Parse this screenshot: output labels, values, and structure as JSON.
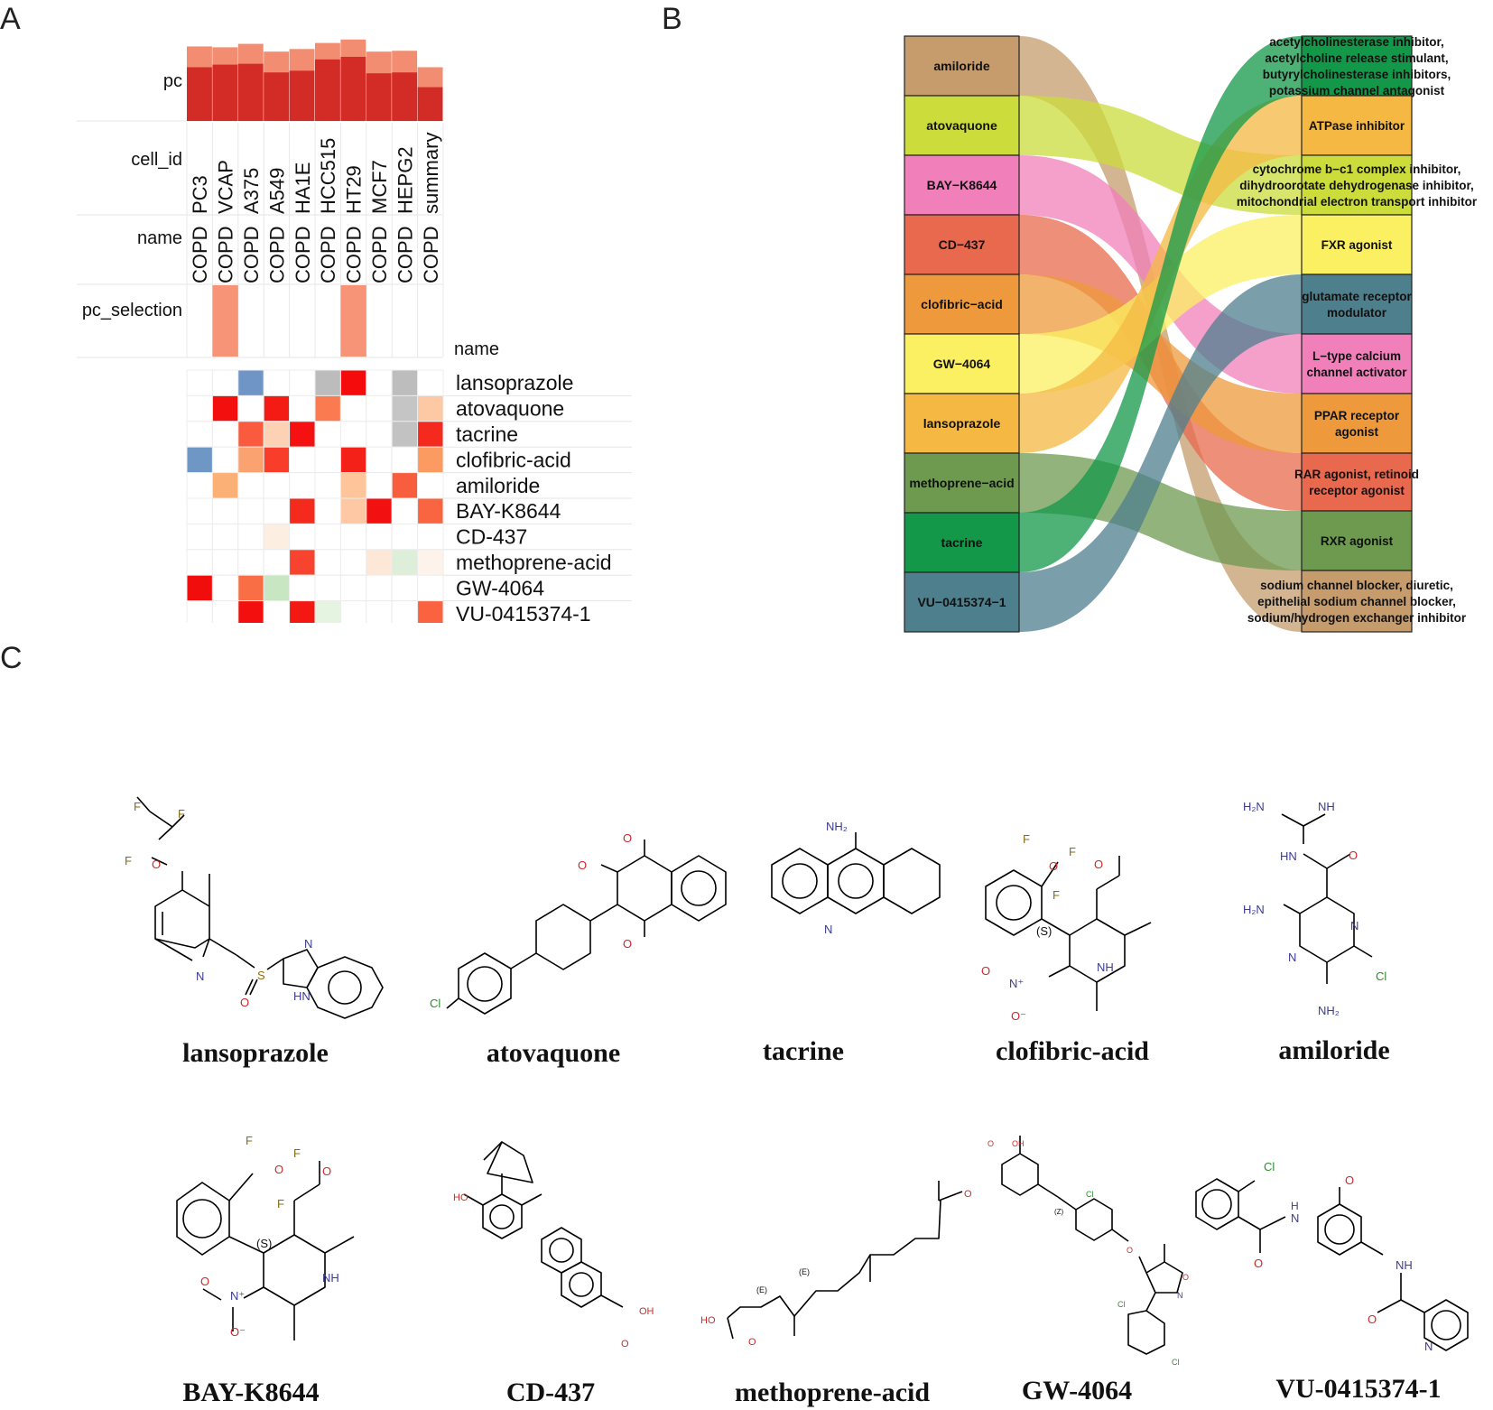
{
  "panels": {
    "a": "A",
    "b": "B",
    "c": "C"
  },
  "heatmap": {
    "annotation_labels": {
      "pc": "pc",
      "cell_id": "cell_id",
      "name": "name",
      "pc_selection": "pc_selection",
      "row_title": "name"
    },
    "columns": [
      {
        "cell_id": "PC3",
        "name": "COPD"
      },
      {
        "cell_id": "VCAP",
        "name": "COPD"
      },
      {
        "cell_id": "A375",
        "name": "COPD"
      },
      {
        "cell_id": "A549",
        "name": "COPD"
      },
      {
        "cell_id": "HA1E",
        "name": "COPD"
      },
      {
        "cell_id": "HCC515",
        "name": "COPD"
      },
      {
        "cell_id": "HT29",
        "name": "COPD"
      },
      {
        "cell_id": "MCF7",
        "name": "COPD"
      },
      {
        "cell_id": "HEPG2",
        "name": "COPD"
      },
      {
        "cell_id": "summary",
        "name": "COPD"
      }
    ],
    "pc_bar_total": [
      0.86,
      0.85,
      0.89,
      0.8,
      0.83,
      0.9,
      0.94,
      0.8,
      0.81,
      0.62
    ],
    "pc_bar_inner": [
      0.62,
      0.65,
      0.66,
      0.56,
      0.58,
      0.71,
      0.74,
      0.55,
      0.56,
      0.39
    ],
    "pc_selection": [
      false,
      true,
      false,
      false,
      false,
      false,
      true,
      false,
      false,
      false
    ],
    "rows": [
      "lansoprazole",
      "atovaquone",
      "tacrine",
      "clofibric-acid",
      "amiloride",
      "BAY-K8644",
      "CD-437",
      "methoprene-acid",
      "GW-4064",
      "VU-0415374-1"
    ],
    "cells": [
      [
        "#ffffff",
        "#ffffff",
        "#6f95c6",
        "#ffffff",
        "#ffffff",
        "#bcbcbc",
        "#f50b0b",
        "#ffffff",
        "#bdbdbd",
        "#ffffff"
      ],
      [
        "#ffffff",
        "#f40f0f",
        "#ffffff",
        "#f41b14",
        "#ffffff",
        "#fb7b50",
        "#ffffff",
        "#ffffff",
        "#c5c5c5",
        "#fcc9a4"
      ],
      [
        "#ffffff",
        "#ffffff",
        "#fa5a3d",
        "#fdd2b4",
        "#f51111",
        "#ffffff",
        "#ffffff",
        "#ffffff",
        "#c2c2c2",
        "#f52a1e"
      ],
      [
        "#6f97c6",
        "#ffffff",
        "#fba271",
        "#f83e2b",
        "#ffffff",
        "#ffffff",
        "#f42118",
        "#ffffff",
        "#ffffff",
        "#fb9a61"
      ],
      [
        "#ffffff",
        "#fbb076",
        "#ffffff",
        "#ffffff",
        "#ffffff",
        "#ffffff",
        "#fdc599",
        "#ffffff",
        "#f85e3d",
        "#ffffff"
      ],
      [
        "#ffffff",
        "#ffffff",
        "#ffffff",
        "#ffffff",
        "#f42a1d",
        "#ffffff",
        "#fdc8a3",
        "#f21010",
        "#ffffff",
        "#fa6541"
      ],
      [
        "#ffffff",
        "#ffffff",
        "#ffffff",
        "#fdeee2",
        "#ffffff",
        "#ffffff",
        "#ffffff",
        "#ffffff",
        "#ffffff",
        "#ffffff"
      ],
      [
        "#ffffff",
        "#ffffff",
        "#ffffff",
        "#ffffff",
        "#f8442e",
        "#ffffff",
        "#ffffff",
        "#fde8d8",
        "#ddefd8",
        "#fef3ea"
      ],
      [
        "#f20d0d",
        "#ffffff",
        "#fa6e45",
        "#c9e6c2",
        "#ffffff",
        "#ffffff",
        "#ffffff",
        "#ffffff",
        "#ffffff",
        "#ffffff"
      ],
      [
        "#ffffff",
        "#ffffff",
        "#f40f0f",
        "#ffffff",
        "#f41812",
        "#e5f3e1",
        "#ffffff",
        "#ffffff",
        "#ffffff",
        "#fa6240"
      ]
    ],
    "colors": {
      "pc_outer": "#f28d72",
      "pc_inner": "#d32b26",
      "selection": "#f79477"
    }
  },
  "alluvial": {
    "drugs": [
      {
        "name": "amiloride",
        "color": "#c69c6d"
      },
      {
        "name": "atovaquone",
        "color": "#cbdc3b"
      },
      {
        "name": "BAY−K8644",
        "color": "#f17fba"
      },
      {
        "name": "CD−437",
        "color": "#e8694d"
      },
      {
        "name": "clofibric−acid",
        "color": "#ee9a3c"
      },
      {
        "name": "GW−4064",
        "color": "#fbf062"
      },
      {
        "name": "lansoprazole",
        "color": "#f4b843"
      },
      {
        "name": "methoprene−acid",
        "color": "#6e9a50"
      },
      {
        "name": "tacrine",
        "color": "#13984a"
      },
      {
        "name": "VU−0415374−1",
        "color": "#4e7f8d"
      }
    ],
    "moas": [
      {
        "lines": [
          "acetylcholinesterase inhibitor,",
          "acetylcholine release stimulant,",
          "butyrylcholinesterase inhibitors,",
          "potassium channel antagonist"
        ],
        "color": "#13984a"
      },
      {
        "lines": [
          "ATPase inhibitor"
        ],
        "color": "#f4b843"
      },
      {
        "lines": [
          "cytochrome b−c1 complex inhibitor,",
          "dihydroorotate dehydrogenase inhibitor,",
          "mitochondrial electron transport inhibitor"
        ],
        "color": "#cbdc3b"
      },
      {
        "lines": [
          "FXR agonist"
        ],
        "color": "#fbf062"
      },
      {
        "lines": [
          "glutamate receptor",
          "modulator"
        ],
        "color": "#4e7f8d"
      },
      {
        "lines": [
          "L−type calcium",
          "channel activator"
        ],
        "color": "#f17fba"
      },
      {
        "lines": [
          "PPAR receptor",
          "agonist"
        ],
        "color": "#ee9a3c"
      },
      {
        "lines": [
          "RAR agonist, retinoid",
          "receptor agonist"
        ],
        "color": "#e8694d"
      },
      {
        "lines": [
          "RXR agonist"
        ],
        "color": "#6e9a50"
      },
      {
        "lines": [
          "sodium channel blocker, diuretic,",
          "epithelial sodium channel blocker,",
          "sodium/hydrogen exchanger inhibitor"
        ],
        "color": "#c69c6d"
      }
    ],
    "flows": [
      [
        0,
        9
      ],
      [
        1,
        2
      ],
      [
        2,
        5
      ],
      [
        3,
        7
      ],
      [
        4,
        6
      ],
      [
        5,
        3
      ],
      [
        6,
        1
      ],
      [
        7,
        8
      ],
      [
        8,
        0
      ],
      [
        9,
        4
      ]
    ]
  },
  "molecules": {
    "names": [
      "lansoprazole",
      "atovaquone",
      "tacrine",
      "clofibric-acid",
      "amiloride",
      "BAY-K8644",
      "CD-437",
      "methoprene-acid",
      "GW-4064",
      "VU-0415374-1"
    ],
    "atoms": {
      "F": "F",
      "O": "O",
      "N": "N",
      "S": "S",
      "NH": "NH",
      "HN": "HN",
      "NH2": "NH₂",
      "H2N": "H₂N",
      "Cl": "Cl",
      "N_plus": "N⁺",
      "O_minus": "O⁻",
      "S_stereo": "(S)",
      "E_stereo": "(E)",
      "HO": "HO",
      "OH": "OH",
      "H": "H",
      "Z_stereo": "(Z)"
    }
  }
}
